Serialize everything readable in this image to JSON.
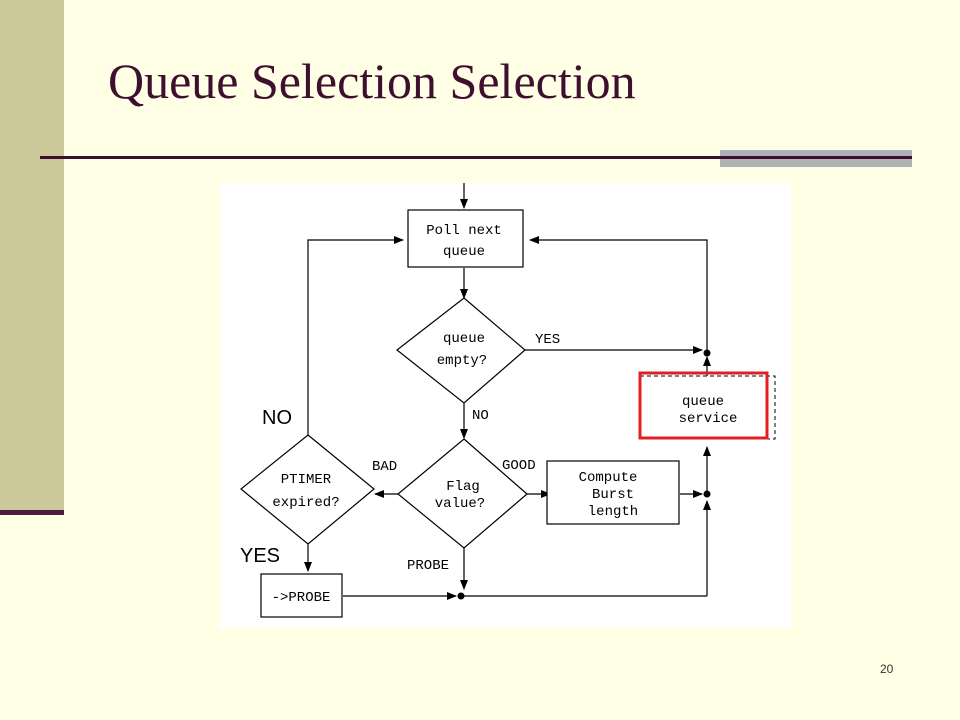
{
  "slide": {
    "title": "Queue Selection Selection",
    "page_number": "20"
  },
  "diagram": {
    "nodes": {
      "poll": [
        "Poll next",
        "queue"
      ],
      "queue_empty": [
        "queue",
        "empty?"
      ],
      "queue_service": [
        "queue",
        "service"
      ],
      "flag": [
        "Flag",
        "value?"
      ],
      "ptimer": [
        "PTIMER",
        "expired?"
      ],
      "compute": [
        "Compute",
        "Burst",
        "length"
      ],
      "probe": "->PROBE"
    },
    "edge_labels": {
      "yes_mono": "YES",
      "no_mono": "NO",
      "bad": "BAD",
      "good": "GOOD",
      "probe": "PROBE",
      "no_sans": "NO",
      "yes_sans": "YES"
    },
    "highlight_color": "#e02020"
  }
}
